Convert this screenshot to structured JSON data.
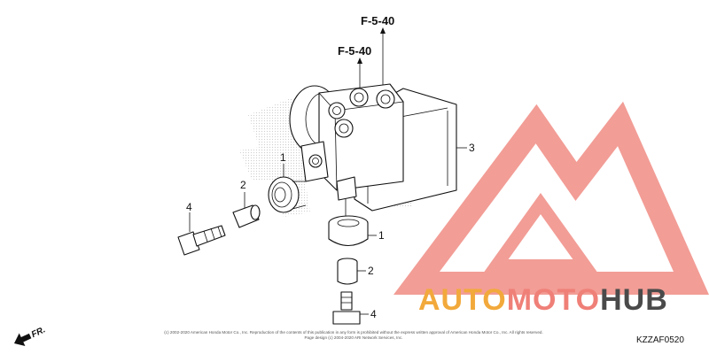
{
  "references": {
    "upper": "F-5-40",
    "lower": "F-5-40"
  },
  "callouts": {
    "modulator_unit": "3",
    "grommet_left": "1",
    "grommet_right": "1",
    "collar_left": "2",
    "collar_right": "2",
    "bolt_left": "4",
    "bolt_right": "4"
  },
  "direction_label": "FR.",
  "diagram_code": "KZZAF0520",
  "copyright_line1": "(c) 2002-2020 American Honda Motor Co., Inc. Reproduction of the contents of this publication in any form is prohibited without the express written approval of American Honda Motor Co., Inc. All rights reserved.",
  "copyright_line2": "Page design (c) 2004-2020 ARI Network Services, Inc.",
  "watermark": {
    "part1": "AUTO",
    "part2": "MOTO",
    "part3": "HUB",
    "color_orange": "#F2A93B",
    "color_red": "#EF8078",
    "color_dark": "#4A4A4A"
  }
}
